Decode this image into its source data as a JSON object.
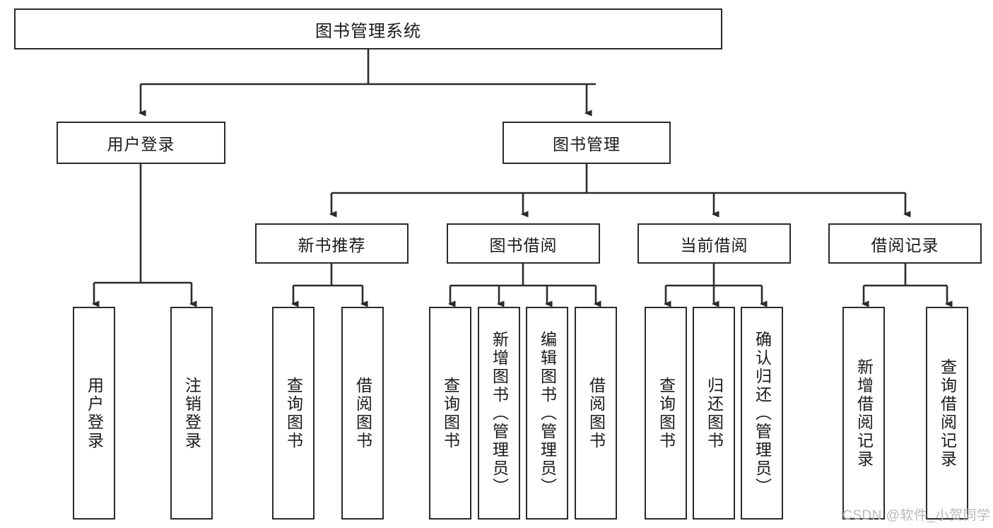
{
  "diagram": {
    "title": "图书管理系统",
    "type": "tree-hierarchy-flowchart",
    "colors": {
      "background": "#ffffff",
      "box_border": "#2b2b2b",
      "box_fill": "#ffffff",
      "edge": "#2b2b2b",
      "text": "#1a1a1a",
      "watermark": "#b9b9b9"
    },
    "nodes": {
      "root": {
        "label": "图书管理系统",
        "orientation": "horizontal"
      },
      "level2": [
        {
          "id": "user-login",
          "label": "用户登录",
          "orientation": "horizontal"
        },
        {
          "id": "book-management",
          "label": "图书管理",
          "orientation": "horizontal"
        }
      ],
      "level3": [
        {
          "id": "new-book-recommend",
          "label": "新书推荐",
          "orientation": "horizontal"
        },
        {
          "id": "book-borrow",
          "label": "图书借阅",
          "orientation": "horizontal"
        },
        {
          "id": "current-borrow",
          "label": "当前借阅",
          "orientation": "horizontal"
        },
        {
          "id": "borrow-record",
          "label": "借阅记录",
          "orientation": "horizontal"
        }
      ],
      "leaves": [
        {
          "id": "leaf-user-login",
          "label": "用户登录",
          "parent": "user-login",
          "orientation": "vertical"
        },
        {
          "id": "leaf-user-logout",
          "label": "注销登录",
          "parent": "user-login",
          "orientation": "vertical"
        },
        {
          "id": "leaf-query-book-1",
          "label": "查询图书",
          "parent": "new-book-recommend",
          "orientation": "vertical"
        },
        {
          "id": "leaf-borrow-book-1",
          "label": "借阅图书",
          "parent": "new-book-recommend",
          "orientation": "vertical"
        },
        {
          "id": "leaf-query-book-2",
          "label": "查询图书",
          "parent": "book-borrow",
          "orientation": "vertical"
        },
        {
          "id": "leaf-add-book",
          "label": "新增图书（管理员）",
          "parent": "book-borrow",
          "orientation": "vertical"
        },
        {
          "id": "leaf-edit-book",
          "label": "编辑图书（管理员）",
          "parent": "book-borrow",
          "orientation": "vertical"
        },
        {
          "id": "leaf-borrow-book-2",
          "label": "借阅图书",
          "parent": "book-borrow",
          "orientation": "vertical"
        },
        {
          "id": "leaf-query-book-3",
          "label": "查询图书",
          "parent": "current-borrow",
          "orientation": "vertical"
        },
        {
          "id": "leaf-return-book",
          "label": "归还图书",
          "parent": "current-borrow",
          "orientation": "vertical"
        },
        {
          "id": "leaf-confirm-return",
          "label": "确认归还（管理员）",
          "parent": "current-borrow",
          "orientation": "vertical"
        },
        {
          "id": "leaf-add-record",
          "label": "新增借阅记录",
          "parent": "borrow-record",
          "orientation": "vertical"
        },
        {
          "id": "leaf-query-record",
          "label": "查询借阅记录",
          "parent": "borrow-record",
          "orientation": "vertical"
        }
      ]
    },
    "watermark": "CSDN @软件_小贺同学"
  }
}
